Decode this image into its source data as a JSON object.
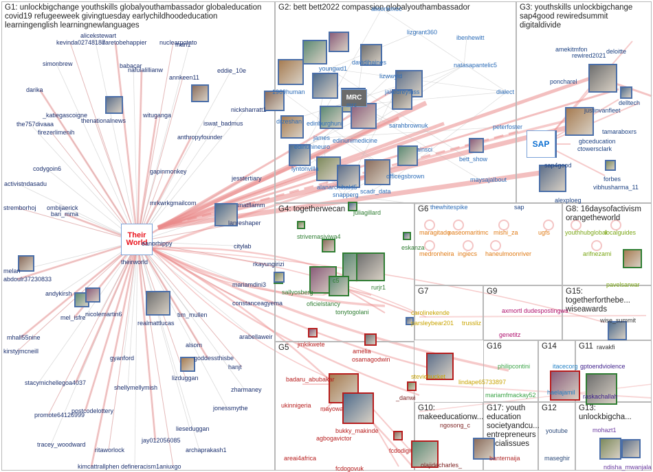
{
  "colors": {
    "g1": "#1a2f6e",
    "g2": "#2b6cb8",
    "g3": "#1a3f80",
    "g4": "#2e7d32",
    "g5": "#b71c1c",
    "g6": "#e07b16",
    "g7": "#c9a400",
    "g8": "#7aa614",
    "g9": "#b0126e",
    "g10": "#7a1d1d",
    "g11": "#3b1c8a",
    "g12": "#2c4a7a",
    "g13": "#6a3aa0",
    "g14": "#1e7fc4",
    "g15": "#333333",
    "g16": "#3aa346",
    "g17": "#b22a2a",
    "edge": "#ea8a8a",
    "grey_edge": "#b8b8b8"
  },
  "groups": [
    {
      "id": "G1",
      "title": "G1: unlockbigchange youthskills globalyouthambassador globaleducation\ncovid19 refugeeweek givingtuesday earlychildhoodeducation\nlearningenglish learningnewlanguages"
    },
    {
      "id": "G2",
      "title": "G2: bett bett2022 compassion globalyouthambassador"
    },
    {
      "id": "G3",
      "title": "G3: youthskills unlockbigchange\nsap4good rewiredsummit\ndigitaldivide"
    },
    {
      "id": "G4",
      "title": "G4: togetherwecan"
    },
    {
      "id": "G5",
      "title": "G5"
    },
    {
      "id": "G6",
      "title": "G6"
    },
    {
      "id": "G7",
      "title": "G7"
    },
    {
      "id": "G8",
      "title": "G8: 16daysofactivism\norangetheworld"
    },
    {
      "id": "G9",
      "title": "G9"
    },
    {
      "id": "G10",
      "title": "G10:\nmakeeducationw..."
    },
    {
      "id": "G11",
      "title": "G11"
    },
    {
      "id": "G12",
      "title": "G12"
    },
    {
      "id": "G13",
      "title": "G13:\nunlockbigcha..."
    },
    {
      "id": "G14",
      "title": "G14"
    },
    {
      "id": "G15",
      "title": "G15:\ntogetherforthebe...\nwiseawards"
    },
    {
      "id": "G16",
      "title": "G16"
    },
    {
      "id": "G17",
      "title": "G17: youth\neducation\nsocietyandcu...\nentrepreneurs\nsocialissues"
    }
  ],
  "nodes": {
    "g1": [
      "kevinda02748187",
      "alicekstewart",
      "daretobehappier",
      "man1",
      "nuclearpotato",
      "babacar",
      "nafulalillianw",
      "simonbrew",
      "annkeen11",
      "eddie_10e",
      "darika",
      "_katiegascoigne",
      "thenationalnews",
      "nicksharratt1",
      "witugangа",
      "the757divaaa",
      "firezerlimenih",
      "iswat_badmus",
      "anthropyfounder",
      "codygoin6",
      "gapinmonkey",
      "activistndasadu",
      "jesstertiary",
      "mrkwrkgmailcom",
      "stremborhoj",
      "ombijaerick",
      "bari_mma",
      "matflamm",
      "lanreshaper",
      "citylab",
      "theirworld",
      "eanorhippy",
      "rkayungirizi",
      "melan",
      "abdoulr37230833",
      "mariamdini3",
      "constanceagyema",
      "andykirsh",
      "mel_isfre",
      "nicolemartin6",
      "realmattlucas",
      "tim_mullen",
      "mhall55nine",
      "arabellaweir",
      "kirstyjmcneill",
      "alsom",
      "goddessthisbe",
      "gyanford",
      "hanjt",
      "stacymichelle",
      "goa4037",
      "zharmaney",
      "lizduggan",
      "shellymellymish",
      "postcodelottery",
      "jonessmythe",
      "promote64126999",
      "lieseduggan",
      "jay012056085",
      "tracey_woodward",
      "ritaworlock",
      "archaprakash1",
      "kimcattrallphen",
      "defineracism1",
      "aniuxgo"
    ],
    "g2": [
      "alisonkmcc",
      "lizgrant360",
      "ibenhewitt",
      "youngwd1",
      "davidjhaines",
      "lizwwyld",
      "natasapantelic5",
      "1969human",
      "jakedreyfuss",
      "dialect",
      "edinburghuni",
      "drzeshan",
      "mrc",
      "sarahbrownuk",
      "peterfoster",
      "james",
      "edinunimedicine",
      "ainsci",
      "edinunineuro",
      "bett_show",
      "lyntonvilla",
      "officegsbrown",
      "maysajalbout",
      "alanarchibald5",
      "snapperg",
      "scadr_data",
      "thewhitespike"
    ],
    "g3": [
      "amekitmfon",
      "rewired2021",
      "deloitte",
      "poncharel",
      "justinvanfleet",
      "delltech",
      "gbceducation",
      "tamaraboxrs",
      "ctowersclark",
      "sap4good",
      "forbes",
      "vibhusharma_11",
      "alexploeg",
      "sap"
    ],
    "g4": [
      "juliagillard",
      "strivemasiyiwa4",
      "eskanza",
      "c5",
      "rurjr1",
      "sallyosberg",
      "oficielstancy",
      "tonytogolani"
    ],
    "g5": [
      "jmkikwete",
      "amelia",
      "osamagodwin",
      "badaru_abubakar",
      "ukinnigeria",
      "mayowa",
      "bukky_makinde",
      "agbogavictor",
      "areai4africa",
      "fcdodigit",
      "fcdogovuk"
    ],
    "g6": [
      "maragitado",
      "paseomaritimc",
      "mishi_za",
      "ugfs",
      "medronheira",
      "ingiecs",
      "haneulmoonriver"
    ],
    "g7": [
      "carolinekende",
      "parsleybear201",
      "trussliz",
      "steviebucket",
      "lindape65733897"
    ],
    "g8": [
      "youthhubglobal",
      "localguides",
      "arifnezami",
      "pavelsarwar"
    ],
    "g9": [
      "axmortl",
      "dudespostingws",
      "genetitz"
    ],
    "g10": [
      "_danwi",
      "ngosong_c",
      "olajidecharles_"
    ],
    "g11": [
      "gptoendviolence",
      "raskachallah"
    ],
    "g12": [
      "youtube",
      "maseghir"
    ],
    "g13": [
      "mohazt1",
      "ndisha_mwanjala"
    ],
    "g14": [
      "itacecorg",
      "haelajamil"
    ],
    "g15": [
      "wise_summit",
      "ravakfi"
    ],
    "g16": [
      "philipcontini",
      "mariamfmackay52"
    ],
    "g17": [
      "banternaija"
    ]
  },
  "icons": {
    "theirworld_logo": "Their World",
    "sap_logo": "SAP",
    "mrc_logo": "MRC"
  }
}
